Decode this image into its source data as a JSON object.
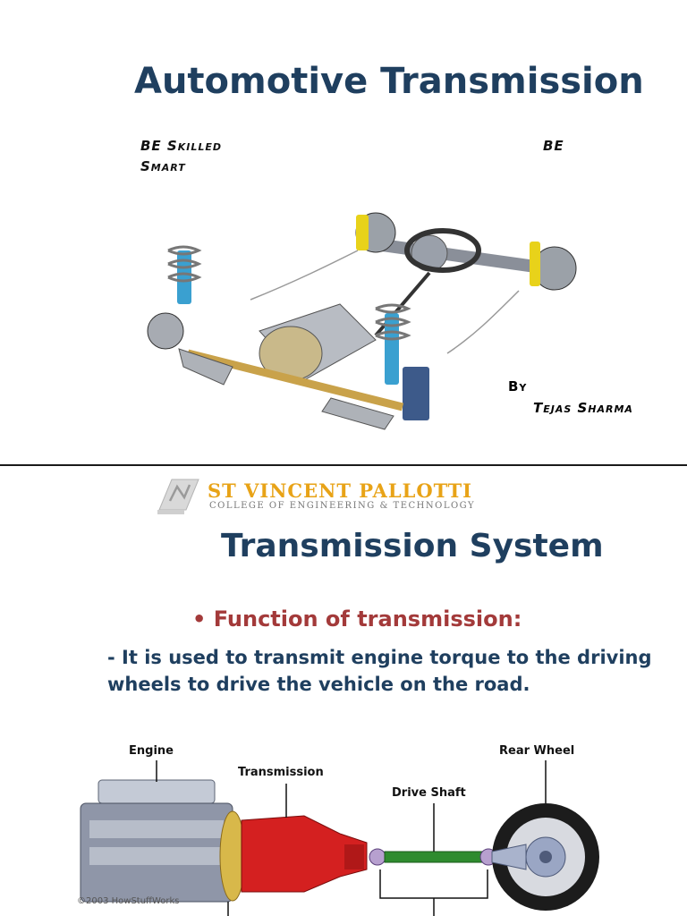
{
  "slide1": {
    "title": "Automotive Transmission",
    "tagline_left_line1": "BE Skilled",
    "tagline_left_line2": "Smart",
    "tagline_right": "BE",
    "by_label": "By",
    "author": "Tejas Sharma"
  },
  "slide2": {
    "college_name": "ST VINCENT PALLOTTI",
    "college_subtitle": "COLLEGE OF ENGINEERING & TECHNOLOGY",
    "title": "Transmission System",
    "bullet_heading": "• Function of transmission:",
    "body": "- It is used to transmit engine torque to the driving wheels to drive the vehicle on the road.",
    "diagram": {
      "engine_label": "Engine",
      "transmission_label": "Transmission",
      "drive_shaft_label": "Drive Shaft",
      "rear_wheel_label": "Rear Wheel",
      "copyright": "©2003 HowStuffWorks"
    }
  },
  "colors": {
    "title": "#1f3f5f",
    "bullet": "#a33a3a",
    "college": "#e8a317",
    "transmission_red": "#d42020",
    "drive_shaft_green": "#2e8b2e"
  }
}
